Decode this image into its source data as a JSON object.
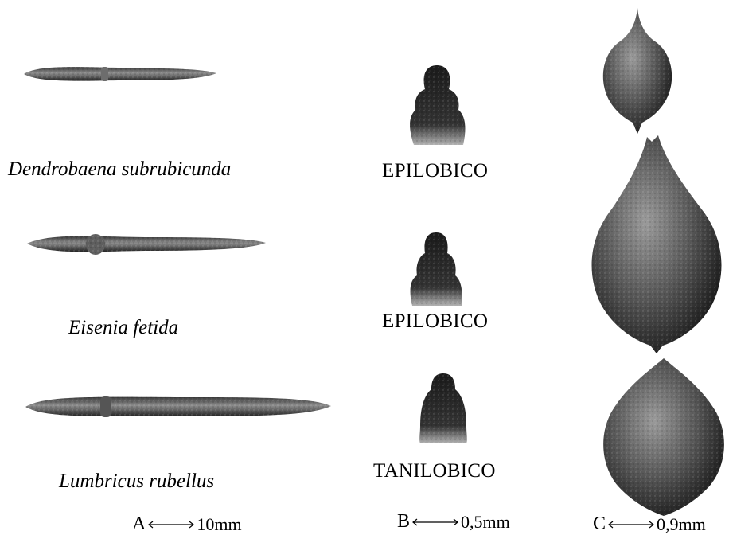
{
  "colors": {
    "ink": "#000000",
    "dark": "#2a2a2a",
    "mid": "#6a6a6a",
    "light": "#a8a8a8",
    "background": "#ffffff"
  },
  "worms": [
    {
      "species": "Dendrobaena subrubicunda",
      "prostomium": "EPILOBICO"
    },
    {
      "species": "Eisenia fetida",
      "prostomium": "EPILOBICO"
    },
    {
      "species": "Lumbricus rubellus",
      "prostomium": "TANILOBICO"
    }
  ],
  "scales": [
    {
      "letter": "A",
      "value": "10mm"
    },
    {
      "letter": "B",
      "value": "0,5mm"
    },
    {
      "letter": "C",
      "value": "0,9mm"
    }
  ]
}
